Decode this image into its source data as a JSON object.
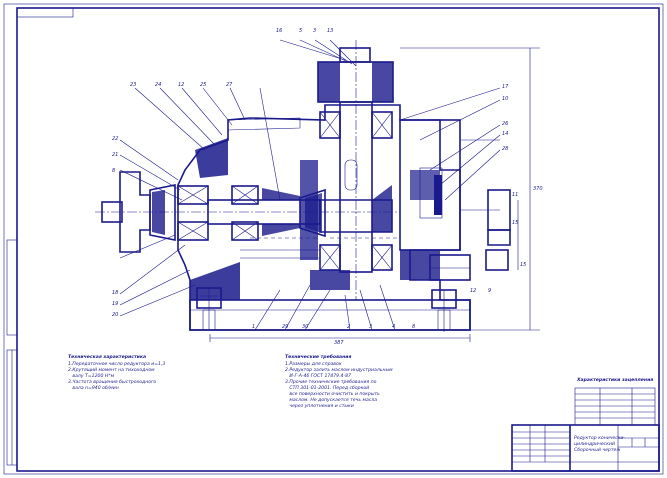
{
  "drawing": {
    "sheet_stamp": "",
    "left_notes": {
      "heading": "Техническая характеристика",
      "lines": [
        "1.Передаточное число редуктора и=1,3",
        "2.Крутящий момент на тихоходном",
        "   валу Т=1200 Н*м",
        "3.Частота вращения быстроходного",
        "   вала n=940 об/мин"
      ]
    },
    "right_notes": {
      "heading": "Технические требования",
      "lines": [
        "1.Размеры для справок",
        "2.Редуктор залить маслом индустриальным",
        "   И-Г-А-46 ГОСТ 17479.4-87",
        "3.Прочие технические требования по",
        "   СТП 301-01-2001. Перед сборкой",
        "   все поверхности очистить и покрыть",
        "   маслом. Не допускается течь масла",
        "   через уплотнения и стыки"
      ]
    },
    "table_heading": "Характеристики зацепления",
    "title_block_text": [
      "Редуктор конически-",
      "цилиндрический",
      "Сборочный чертеж"
    ],
    "dimension_labels": {
      "overall_length": "387",
      "height": "370",
      "side": "15"
    },
    "position_labels_top": [
      "16",
      "5",
      "3",
      "13"
    ],
    "position_labels_left": [
      "23",
      "24",
      "12",
      "25",
      "27",
      "22",
      "21",
      "8",
      "18",
      "19",
      "20"
    ],
    "position_labels_right": [
      "17",
      "10",
      "26",
      "14",
      "28",
      "11",
      "15",
      "12",
      "9"
    ],
    "position_labels_bottom": [
      "1",
      "29",
      "30",
      "2",
      "3",
      "4",
      "8"
    ]
  }
}
